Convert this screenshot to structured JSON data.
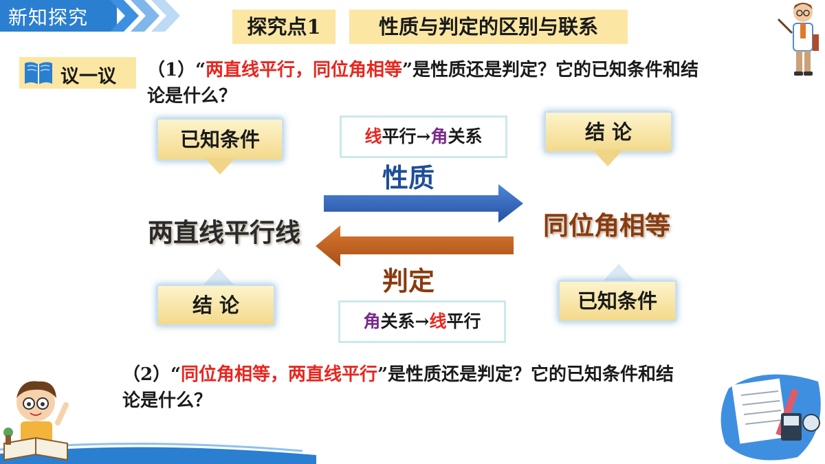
{
  "header": {
    "title": "新知探究"
  },
  "tags": {
    "number": "探究点1",
    "topic": "性质与判定的区别与联系"
  },
  "discuss": {
    "label": "议一议"
  },
  "question1": {
    "prefix": "（1）“",
    "highlight": "两直线平行，同位角相等",
    "suffix": "”是性质还是判定？它的已知条件和结论是什么？"
  },
  "question2": {
    "prefix": "（2）“",
    "highlight": "同位角相等，两直线平行",
    "suffix": "”是性质还是判定？它的已知条件和结论是什么？"
  },
  "diagram": {
    "known_condition": "已知条件",
    "conclusion": "结  论",
    "statement_left": "两直线平行线",
    "statement_right": "同位角相等",
    "property_label": "性质",
    "judgement_label": "判定",
    "mini_top": {
      "a": "线",
      "b": "平行→",
      "c": "角",
      "d": "关系"
    },
    "mini_bottom": {
      "a": "角",
      "b": "关系→",
      "c": "线",
      "d": "平行"
    }
  },
  "colors": {
    "banner": "#2a7fd0",
    "tag": "#fbe6a3",
    "highlight": "#e8261e",
    "arrow_blue": "#2f63b8",
    "arrow_brown": "#c0601c"
  }
}
